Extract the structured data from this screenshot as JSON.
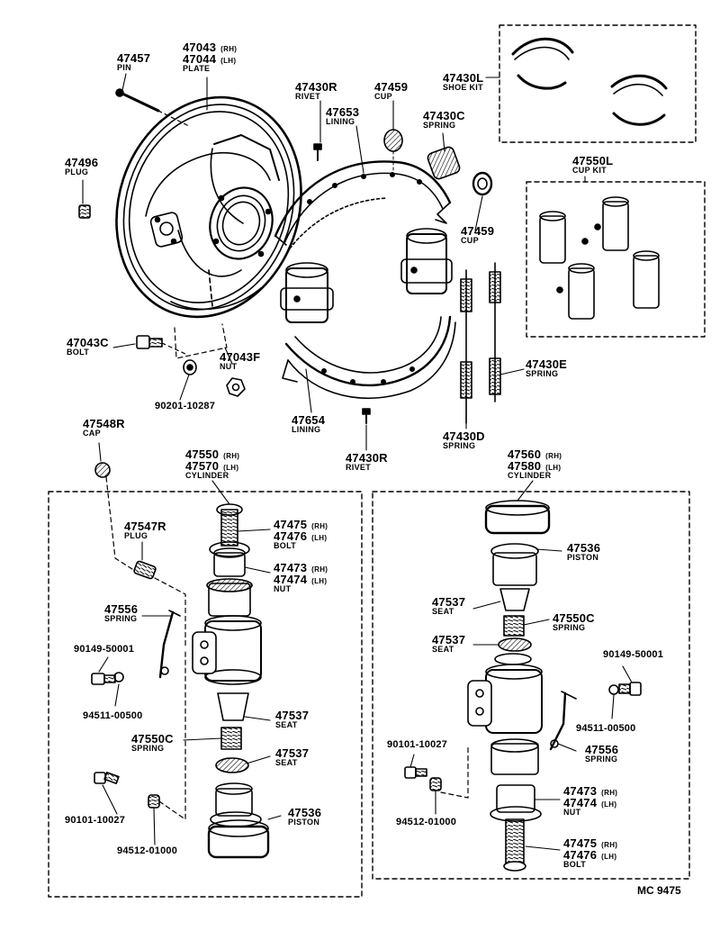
{
  "parts": {
    "p47457": {
      "num": "47457",
      "name": "PIN"
    },
    "p47043": {
      "num": "47043",
      "num2": "47044",
      "side": "(RH)",
      "side2": "(LH)",
      "name": "PLATE"
    },
    "p47430R_top": {
      "num": "47430R",
      "name": "RIVET"
    },
    "p47653": {
      "num": "47653",
      "name": "LINING"
    },
    "p47459_top": {
      "num": "47459",
      "name": "CUP"
    },
    "p47430C": {
      "num": "47430C",
      "name": "SPRING"
    },
    "p47430L": {
      "num": "47430L",
      "name": "SHOE KIT"
    },
    "p47496": {
      "num": "47496",
      "name": "PLUG"
    },
    "p47550L": {
      "num": "47550L",
      "name": "CUP KIT"
    },
    "p47459_mid": {
      "num": "47459",
      "name": "CUP"
    },
    "p47043C": {
      "num": "47043C",
      "name": "BOLT"
    },
    "p47043F": {
      "num": "47043F",
      "name": "NUT"
    },
    "p90201": {
      "num": "90201-10287"
    },
    "p47430E": {
      "num": "47430E",
      "name": "SPRING"
    },
    "p47654": {
      "num": "47654",
      "name": "LINING"
    },
    "p47430R_bot": {
      "num": "47430R",
      "name": "RIVET"
    },
    "p47430D": {
      "num": "47430D",
      "name": "SPRING"
    },
    "p47548R": {
      "num": "47548R",
      "name": "CAP"
    },
    "p47550": {
      "num": "47550",
      "num2": "47570",
      "side": "(RH)",
      "side2": "(LH)",
      "name": "CYLINDER"
    },
    "p47560": {
      "num": "47560",
      "num2": "47580",
      "side": "(RH)",
      "side2": "(LH)",
      "name": "CYLINDER"
    },
    "L_47547R": {
      "num": "47547R",
      "name": "PLUG"
    },
    "L_47475": {
      "num": "47475",
      "num2": "47476",
      "side": "(RH)",
      "side2": "(LH)",
      "name": "BOLT"
    },
    "L_47473": {
      "num": "47473",
      "num2": "47474",
      "side": "(RH)",
      "side2": "(LH)",
      "name": "NUT"
    },
    "L_47556": {
      "num": "47556",
      "name": "SPRING"
    },
    "L_90149": {
      "num": "90149-50001"
    },
    "L_94511": {
      "num": "94511-00500"
    },
    "L_47537a": {
      "num": "47537",
      "name": "SEAT"
    },
    "L_47550C": {
      "num": "47550C",
      "name": "SPRING"
    },
    "L_47537b": {
      "num": "47537",
      "name": "SEAT"
    },
    "L_90101": {
      "num": "90101-10027"
    },
    "L_47536": {
      "num": "47536",
      "name": "PISTON"
    },
    "L_94512": {
      "num": "94512-01000"
    },
    "R_47536": {
      "num": "47536",
      "name": "PISTON"
    },
    "R_47537a": {
      "num": "47537",
      "name": "SEAT"
    },
    "R_47550C": {
      "num": "47550C",
      "name": "SPRING"
    },
    "R_47537b": {
      "num": "47537",
      "name": "SEAT"
    },
    "R_90149": {
      "num": "90149-50001"
    },
    "R_94511": {
      "num": "94511-00500"
    },
    "R_90101": {
      "num": "90101-10027"
    },
    "R_47556": {
      "num": "47556",
      "name": "SPRING"
    },
    "R_94512": {
      "num": "94512-01000"
    },
    "R_47473": {
      "num": "47473",
      "num2": "47474",
      "side": "(RH)",
      "side2": "(LH)",
      "name": "NUT"
    },
    "R_47475": {
      "num": "47475",
      "num2": "47476",
      "side": "(RH)",
      "side2": "(LH)",
      "name": "BOLT"
    }
  },
  "diagram_code": "MC 9475"
}
